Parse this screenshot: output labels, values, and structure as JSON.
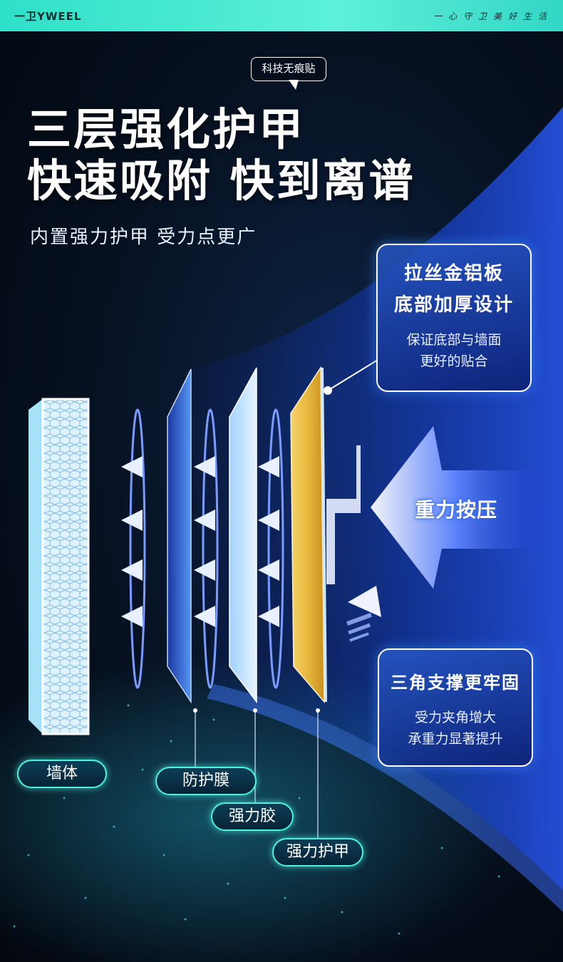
{
  "header": {
    "brand": "一卫YWEEL",
    "slogan": "一心守卫美好生活"
  },
  "tag": "科技无痕贴",
  "headline": {
    "line1": "三层强化护甲",
    "line2": "快速吸附 快到离谱"
  },
  "subhead": "内置强力护甲 受力点更广",
  "callouts": {
    "top": {
      "title1": "拉丝金铝板",
      "title2": "底部加厚设计",
      "body1": "保证底部与墙面",
      "body2": "更好的贴合"
    },
    "bottom": {
      "title": "三角支撑更牢固",
      "body1": "受力夹角增大",
      "body2": "承重力显著提升"
    }
  },
  "press_label": "重力按压",
  "layer_labels": {
    "wall": "墙体",
    "film": "防护膜",
    "glue": "强力胶",
    "armor": "强力护甲"
  },
  "colors": {
    "topbar": "#3fe6cf",
    "accent_cyan": "#4ff2e0",
    "accent_blue": "#3c7dff"
  }
}
